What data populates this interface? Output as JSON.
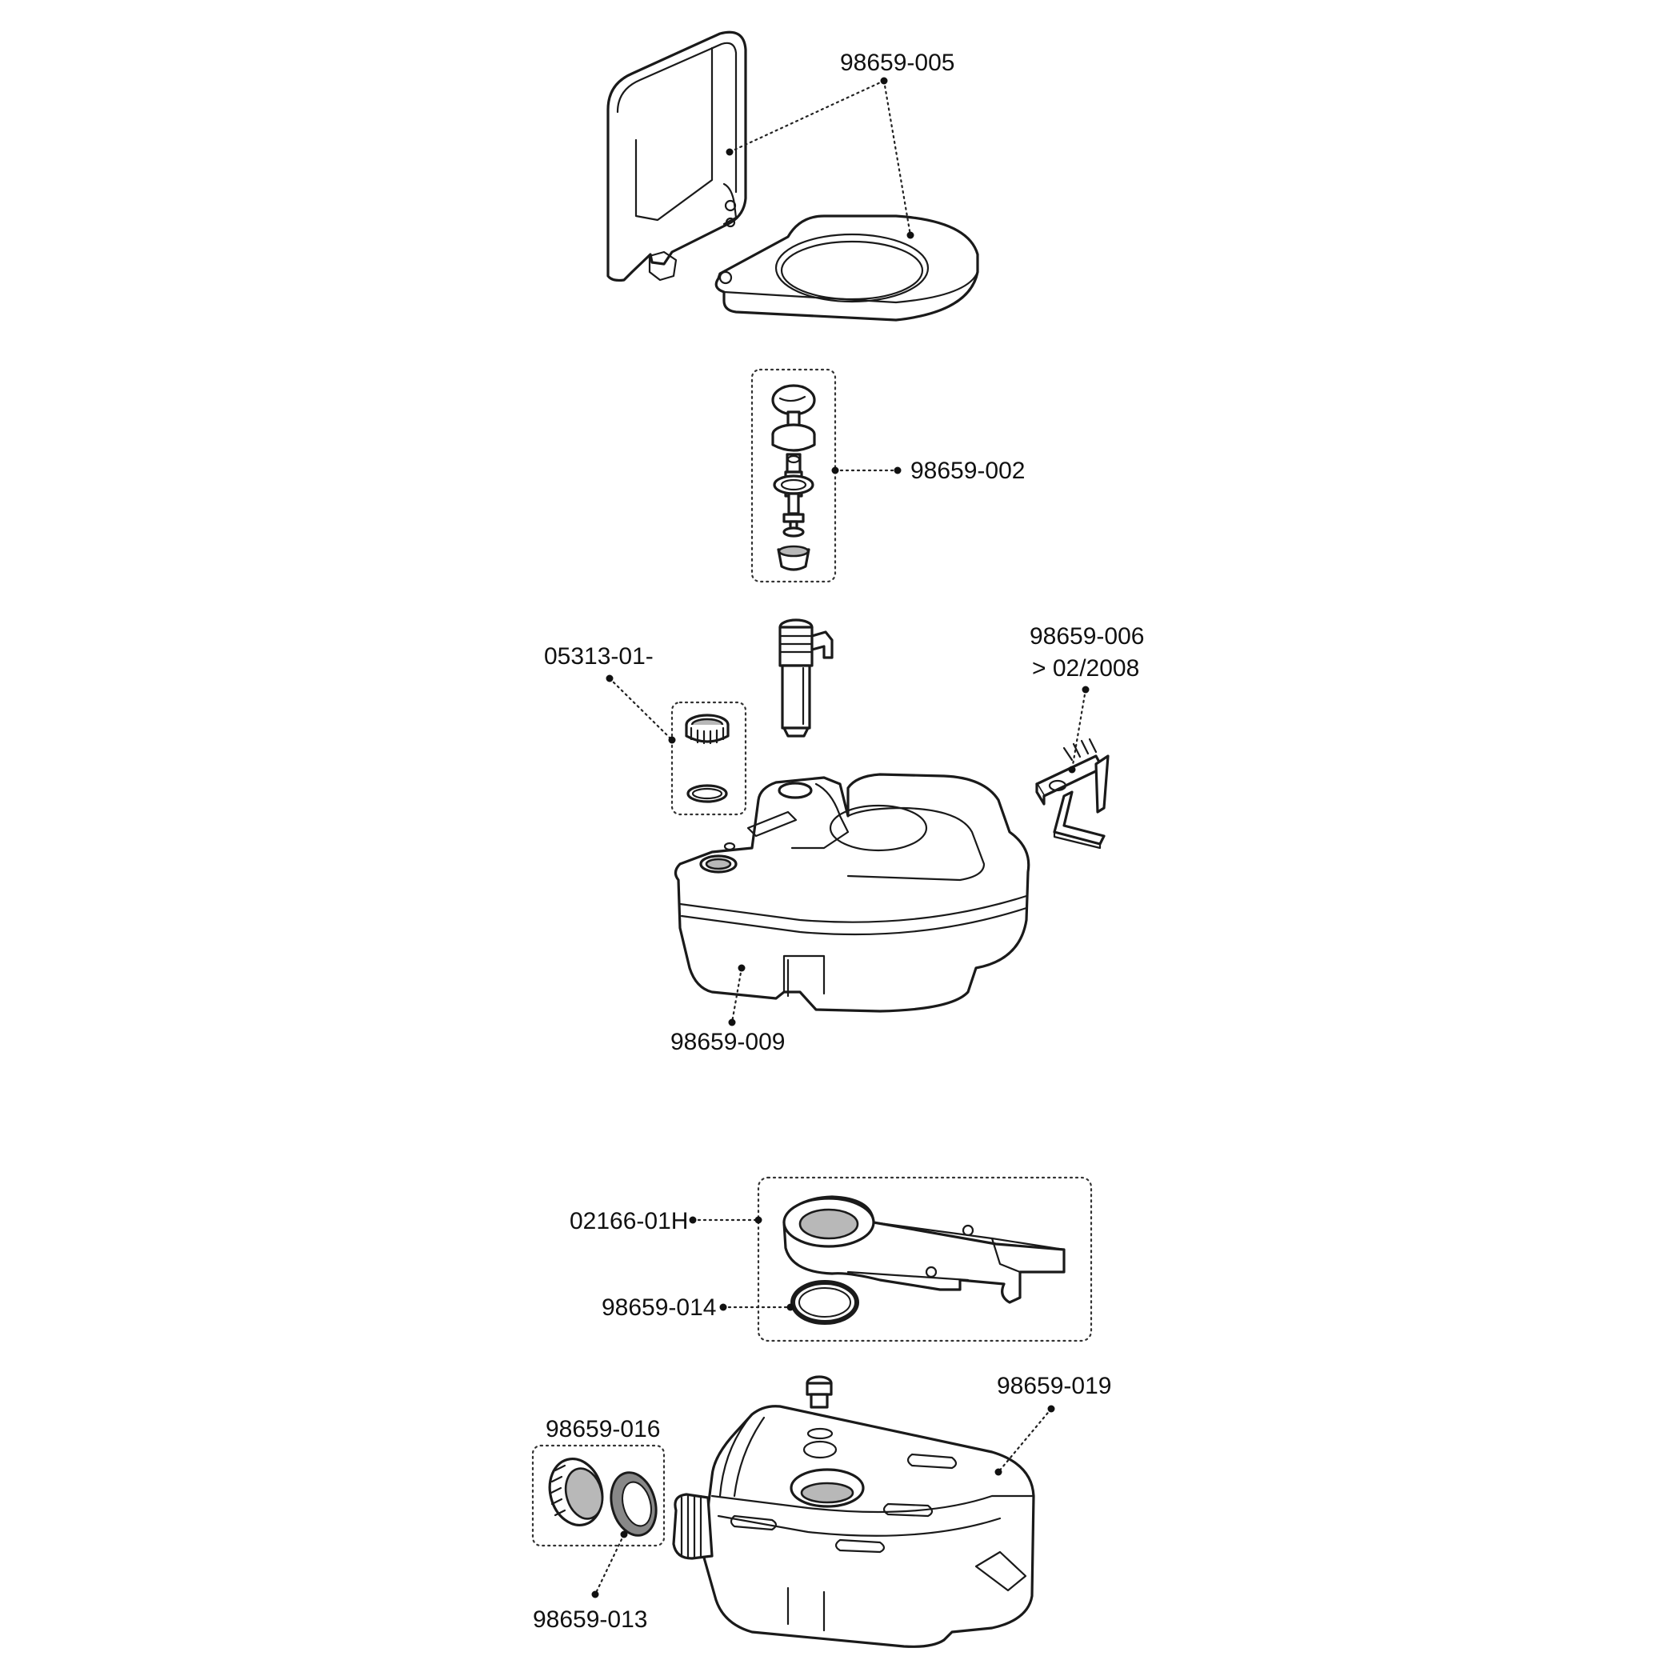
{
  "labels": {
    "seat_lid": "98659-005",
    "piston_assembly": "98659-002",
    "cap_kit": "05313-01-",
    "bracket": "98659-006",
    "bracket_note": "> 02/2008",
    "upper_tank": "98659-009",
    "slide_valve": "02166-01H",
    "seal_ring": "98659-014",
    "spout_kit": "98659-016",
    "waste_tank": "98659-019",
    "spout_seal": "98659-013"
  }
}
